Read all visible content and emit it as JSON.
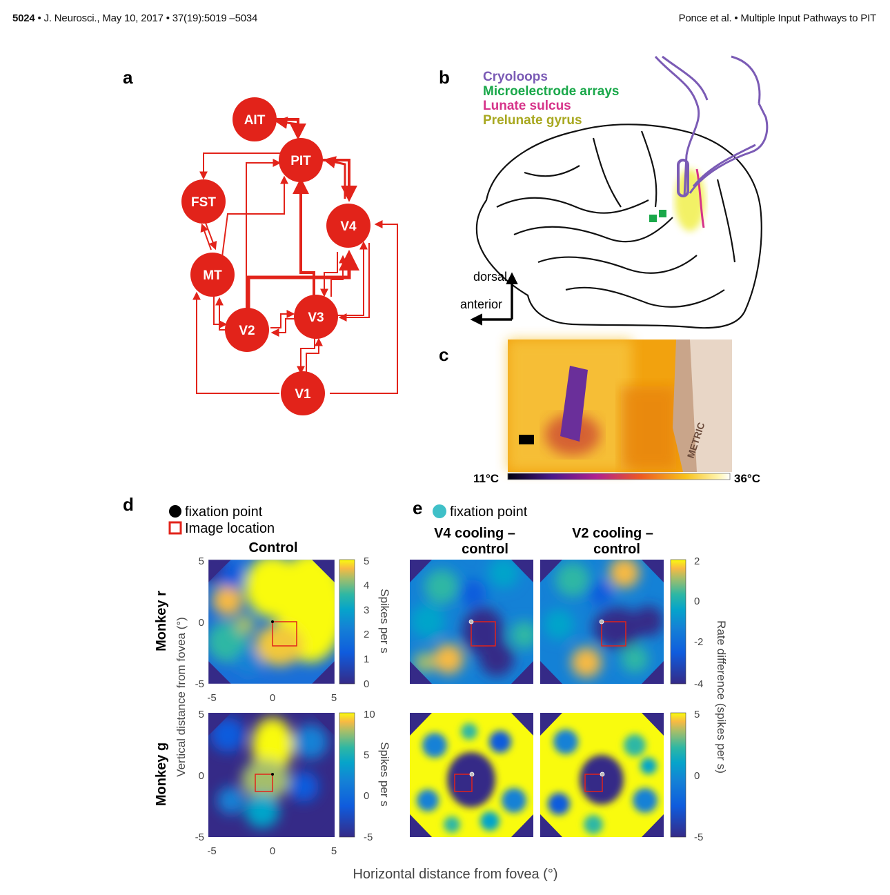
{
  "header": {
    "page": "5024",
    "journal": " • J. Neurosci., May 10, 2017 • 37(19):5019 –5034",
    "authors": "Ponce et al. • Multiple Input Pathways to PIT"
  },
  "panel_letters": {
    "a": "a",
    "b": "b",
    "c": "c",
    "d": "d",
    "e": "e"
  },
  "network": {
    "nodes": [
      "AIT",
      "PIT",
      "FST",
      "V4",
      "MT",
      "V3",
      "V2",
      "V1"
    ],
    "color": "#e2231a"
  },
  "brain": {
    "legend": [
      {
        "label": "Cryoloops",
        "color": "#7b5bb5"
      },
      {
        "label": "Microelectrode arrays",
        "color": "#1aa84a"
      },
      {
        "label": "Lunate sulcus",
        "color": "#d6338a"
      },
      {
        "label": "Prelunate gyrus",
        "color": "#a8a820"
      }
    ],
    "dorsal": "dorsal",
    "anterior": "anterior"
  },
  "thermal": {
    "min_label": "11°C",
    "max_label": "36°C",
    "scale_text": "METRIC"
  },
  "legend_d": {
    "fixation": "fixation point",
    "image": "Image location"
  },
  "legend_e": {
    "fixation": "fixation point"
  },
  "col_titles": {
    "control": "Control",
    "v4_1": "V4 cooling –",
    "v4_2": "control",
    "v2_1": "V2 cooling –",
    "v2_2": "control"
  },
  "row_labels": {
    "r": "Monkey r",
    "g": "Monkey g"
  },
  "axes": {
    "ylabel": "Vertical distance from fovea (°)",
    "xlabel": "Horizontal distance from fovea (°)",
    "cb_spikes": "Spikes per s",
    "cb_rate": "Rate difference (spikes per s)",
    "ticks_pos": [
      "5",
      "0",
      "-5"
    ],
    "ticks_x": [
      "-5",
      "0",
      "5"
    ],
    "cb_r_ctrl": [
      "5",
      "4",
      "3",
      "2",
      "1",
      "0"
    ],
    "cb_r_diff": [
      "2",
      "0",
      "-2",
      "-4"
    ],
    "cb_g_ctrl": [
      "10",
      "5",
      "0",
      "-5"
    ],
    "cb_g_diff": [
      "5",
      "0",
      "-5"
    ]
  }
}
